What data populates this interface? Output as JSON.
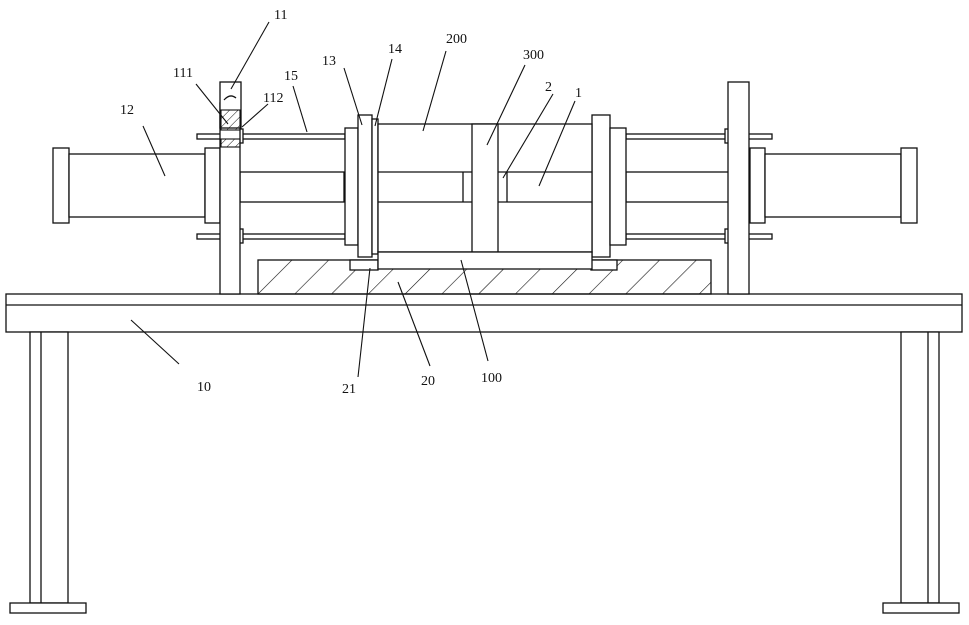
{
  "diagram": {
    "labels": {
      "l11": "11",
      "l111": "111",
      "l112": "112",
      "l15": "15",
      "l12": "12",
      "l13": "13",
      "l14": "14",
      "l200": "200",
      "l300": "300",
      "l2": "2",
      "l1": "1",
      "l10": "10",
      "l21": "21",
      "l20": "20",
      "l100": "100"
    }
  }
}
